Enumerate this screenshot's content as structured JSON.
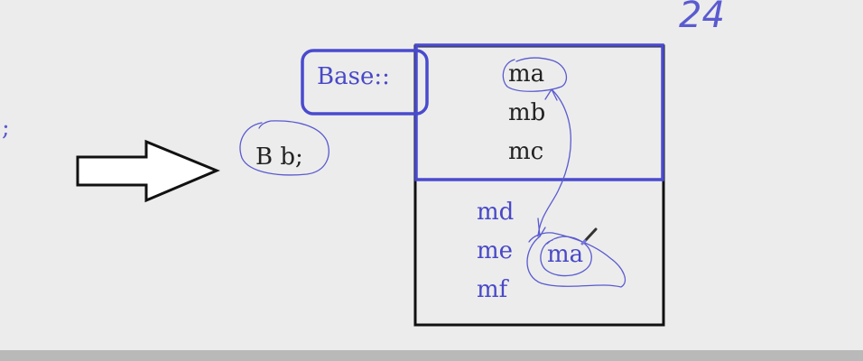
{
  "colors": {
    "background": "#ececec",
    "base_box": "#4a4acf",
    "derived_box": "#111111",
    "base_text": "#222222",
    "derived_text": "#4848c8",
    "ink": "#5a5ad0"
  },
  "left_fragment": ";",
  "object_decl": "B b;",
  "base_label": "Base::",
  "base_members": [
    "ma",
    "mb",
    "mc"
  ],
  "derived_members": [
    "md",
    "me",
    "mf"
  ],
  "hidden_member": "ma",
  "corner_note": "24",
  "icons": [
    "right-arrow-icon",
    "pencil-cursor-icon"
  ]
}
